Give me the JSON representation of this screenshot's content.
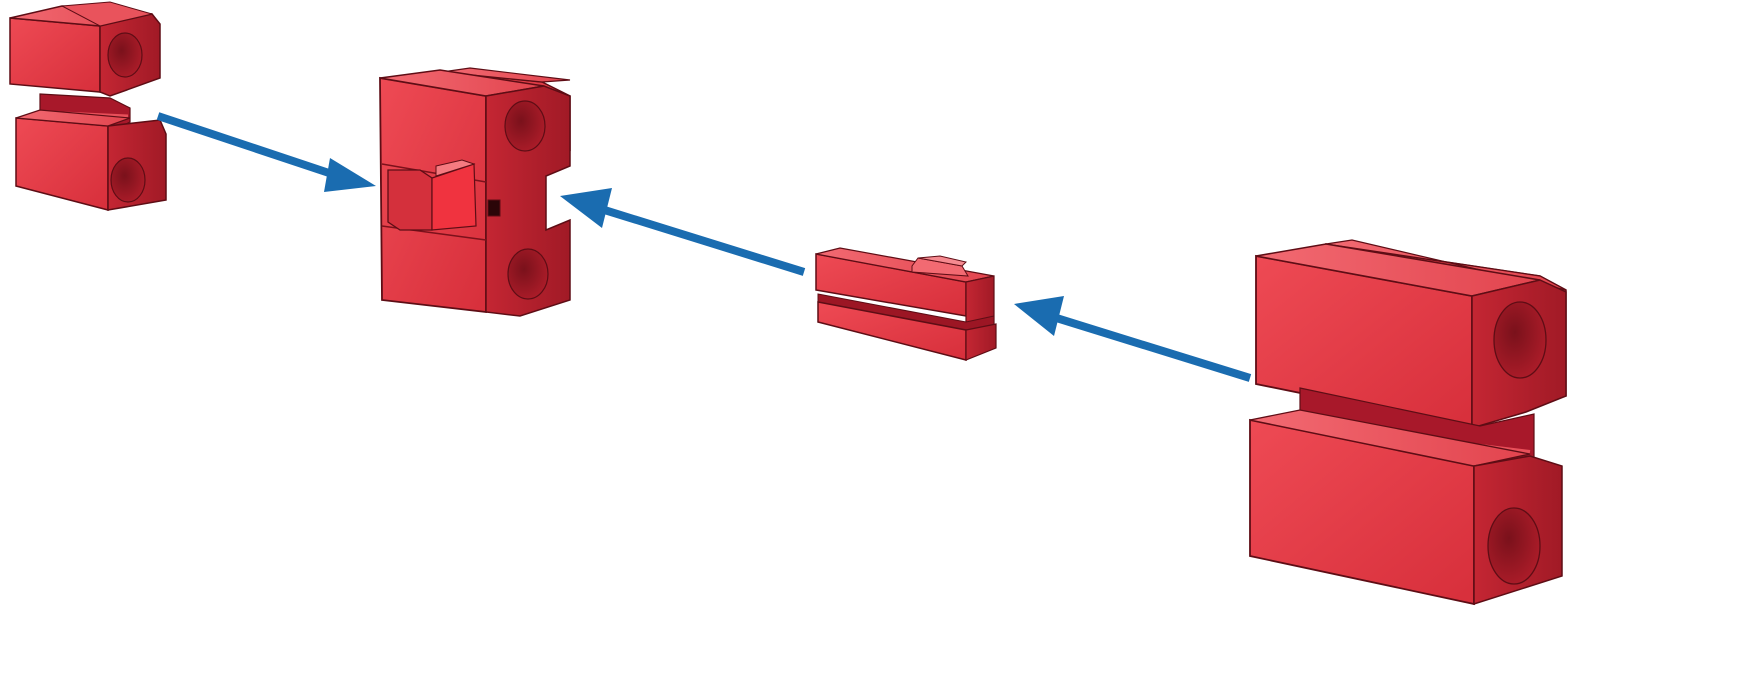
{
  "colors": {
    "background": "#ffffff",
    "part_front": "#e53a44",
    "part_top": "#ee5a63",
    "part_side": "#b81f2b",
    "part_dark": "#8e1520",
    "part_edge": "#5e0d15",
    "arrow": "#1a6cb0"
  },
  "diagram": {
    "kind": "exploded-assembly",
    "parts": [
      {
        "id": "small-block",
        "description_icon": "building-block-small"
      },
      {
        "id": "assembled-block-with-clip",
        "description_icon": "building-block-assembled"
      },
      {
        "id": "connector-clip",
        "description_icon": "connector-clip"
      },
      {
        "id": "large-block",
        "description_icon": "building-block-large"
      }
    ],
    "arrows": [
      {
        "from": "small-block",
        "to": "assembled-block-with-clip",
        "direction": "right"
      },
      {
        "from": "connector-clip",
        "to": "assembled-block-with-clip",
        "direction": "left"
      },
      {
        "from": "large-block",
        "to": "connector-clip",
        "direction": "left"
      }
    ]
  }
}
